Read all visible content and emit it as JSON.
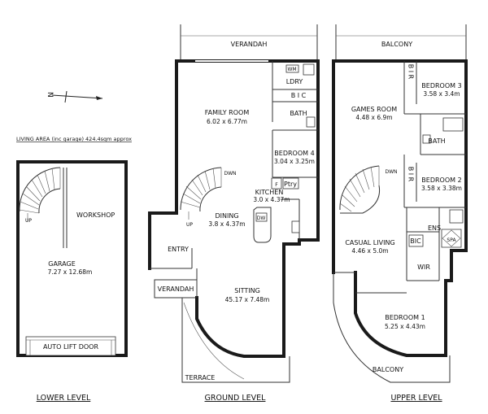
{
  "compass_label": "N",
  "living_area_note": "LIVING AREA (inc garage) 424.4sqm approx",
  "lower_level": {
    "title": "LOWER LEVEL",
    "workshop": "WORKSHOP",
    "garage": "GARAGE",
    "garage_dim": "7.27 x 12.68m",
    "auto_lift_door": "AUTO LIFT DOOR",
    "stair_up": "UP"
  },
  "ground_level": {
    "title": "GROUND LEVEL",
    "verandah_top": "VERANDAH",
    "wm": "WM",
    "laundry": "LDRY",
    "bic": "B I C",
    "bath": "BATH",
    "family_room": "FAMILY ROOM",
    "family_room_dim": "6.02 x 6.77m",
    "bedroom4": "BEDROOM 4",
    "bedroom4_dim": "3.04 x 3.25m",
    "f": "F",
    "pantry": "Ptry",
    "kitchen": "KITCHEN",
    "kitchen_dim": "3.0 x 4.37m",
    "dw": "DW",
    "stair_dn": "DWN",
    "stair_up": "UP",
    "dining": "DINING",
    "dining_dim": "3.8 x 4.37m",
    "entry": "ENTRY",
    "verandah_side": "VERANDAH",
    "sitting": "SITTING",
    "sitting_dim": "45.17 x 7.48m",
    "terrace": "TERRACE"
  },
  "upper_level": {
    "title": "UPPER LEVEL",
    "balcony_top": "BALCONY",
    "bir_top": "B I R",
    "bedroom3": "BEDROOM 3",
    "bedroom3_dim": "3.58 x 3.4m",
    "games_room": "GAMES ROOM",
    "games_room_dim": "4.48 x 6.9m",
    "bath": "BATH",
    "bir_mid": "B I R",
    "bedroom2": "BEDROOM 2",
    "bedroom2_dim": "3.58 x 3.38m",
    "stair_dn": "DWN",
    "ens": "ENS",
    "bic": "BIC",
    "spa": "SPA",
    "casual_living": "CASUAL LIVING",
    "casual_living_dim": "4.46 x 5.0m",
    "wir": "WIR",
    "bedroom1": "BEDROOM 1",
    "bedroom1_dim": "5.25 x 4.43m",
    "balcony_bottom": "BALCONY"
  }
}
